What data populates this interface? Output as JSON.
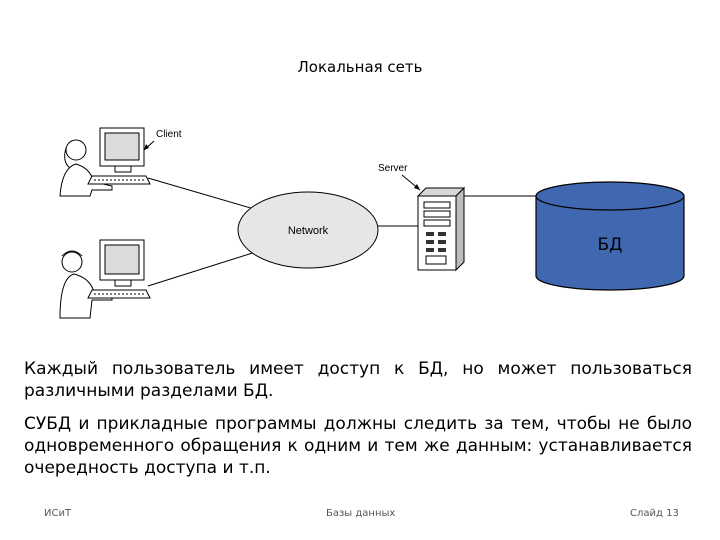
{
  "title": "Локальная сеть",
  "diagram": {
    "client_label": "Client",
    "server_label": "Server",
    "network_label": "Network",
    "db_label": "БД",
    "colors": {
      "database_fill": "#3f68b0",
      "network_fill": "#e6e6e6",
      "stroke": "#000000"
    }
  },
  "body": {
    "paragraph1": "Каждый пользователь имеет доступ к БД, но может пользоваться различными разделами БД.",
    "paragraph2": "СУБД и прикладные программы должны следить за тем, чтобы не было одновременного обращения к одним и тем же данным: устанавливается очередность доступа и т.п."
  },
  "footer": {
    "left": "ИСиТ",
    "center": "Базы данных",
    "right": "Слайд 13"
  }
}
